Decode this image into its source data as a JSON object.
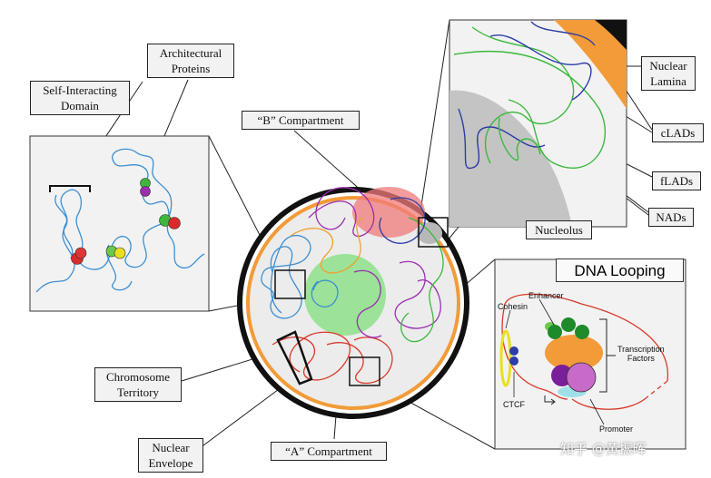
{
  "labels": {
    "self_interacting_domain_line1": "Self-Interacting",
    "self_interacting_domain_line2": "Domain",
    "architectural_proteins_line1": "Architectural",
    "architectural_proteins_line2": "Proteins",
    "b_compartment": "“B” Compartment",
    "a_compartment": "“A” Compartment",
    "chromosome_territory_line1": "Chromosome",
    "chromosome_territory_line2": "Territory",
    "nuclear_envelope_line1": "Nuclear",
    "nuclear_envelope_line2": "Envelope",
    "nuclear_lamina_line1": "Nuclear",
    "nuclear_lamina_line2": "Lamina",
    "clads": "cLADs",
    "flads": "fLADs",
    "nads": "NADs",
    "nucleolus": "Nucleolus"
  },
  "dna_looping": {
    "title": "DNA Looping",
    "cohesin": "Cohesin",
    "enhancer": "Enhancer",
    "transcription_factors_line1": "Transcription",
    "transcription_factors_line2": "Factors",
    "ctcf": "CTCF",
    "promoter": "Promoter"
  },
  "watermark": "知乎 @黄振晖",
  "colors": {
    "envelope": "#111111",
    "lamina": "#f29b38",
    "b_compartment": "#f07b7b",
    "a_compartment": "#8ee08a",
    "nucleoplasm": "#ececec",
    "blue_chromatin": "#3d8fd1",
    "purple_chromatin": "#9a2fb0",
    "orange_chromatin": "#f0a030",
    "red_chromatin": "#d83a2a",
    "green_chromatin": "#3db83d",
    "navy_chromatin": "#2b3da8"
  }
}
